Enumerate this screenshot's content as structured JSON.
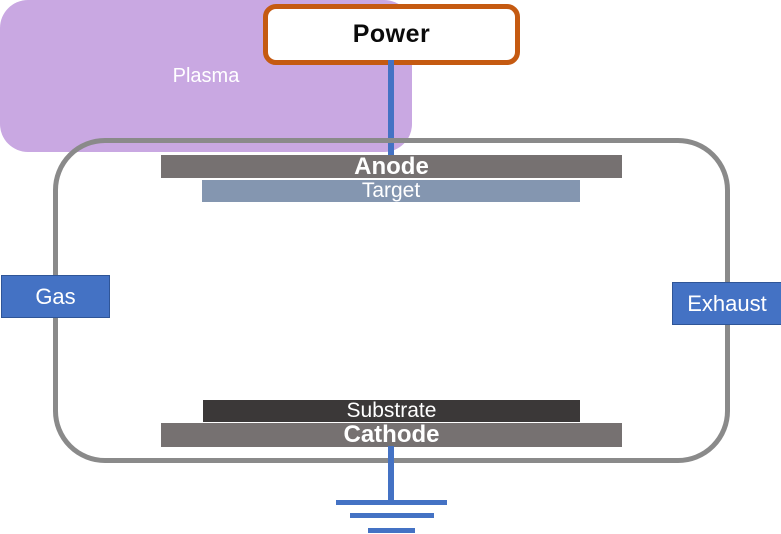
{
  "diagram": {
    "power": {
      "label": "Power"
    },
    "chamber": {
      "anode": {
        "label": "Anode"
      },
      "target": {
        "label": "Target"
      },
      "plasma": {
        "label": "Plasma"
      },
      "substrate": {
        "label": "Substrate"
      },
      "cathode": {
        "label": "Cathode"
      }
    },
    "ports": {
      "gas": {
        "label": "Gas"
      },
      "exhaust": {
        "label": "Exhaust"
      }
    }
  },
  "colors": {
    "power_border": "#C55A11",
    "connector_blue": "#4472C4",
    "port_fill": "#4472C4",
    "port_border": "#2F5597",
    "chamber_outline": "#8A8A8A",
    "electrode_gray": "#767171",
    "target_fill": "#8496B0",
    "substrate_fill": "#3B3838",
    "plasma_fill": "#C9A8E2"
  }
}
